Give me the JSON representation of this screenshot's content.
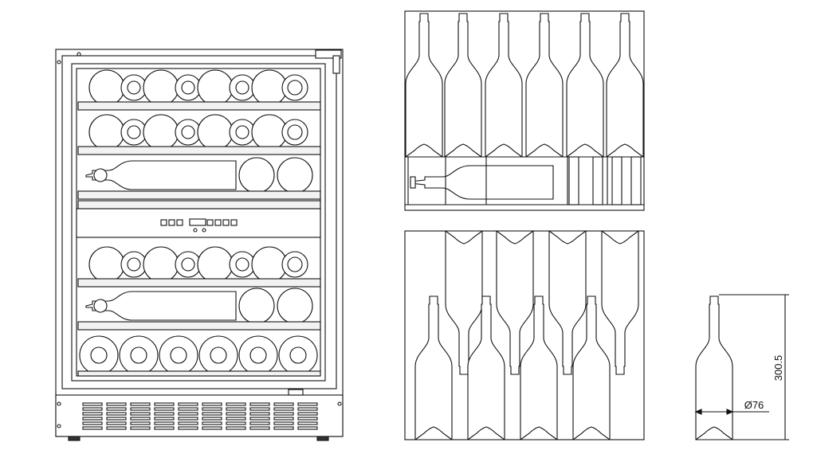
{
  "colors": {
    "line": "#111111",
    "fill": "#ffffff",
    "shelf": "#f2f2f2"
  },
  "dimensions": {
    "height": "300.5",
    "diameter": "Ø76"
  },
  "cooler": {
    "upper_zone_shelves": [
      "round-bottles-row",
      "round-bottles-row",
      "side-bottle-row"
    ],
    "lower_zone_shelves": [
      "round-bottles-row",
      "side-bottle-row",
      "large-rounds-row"
    ],
    "control_panel_button_groups": [
      3,
      4
    ]
  }
}
